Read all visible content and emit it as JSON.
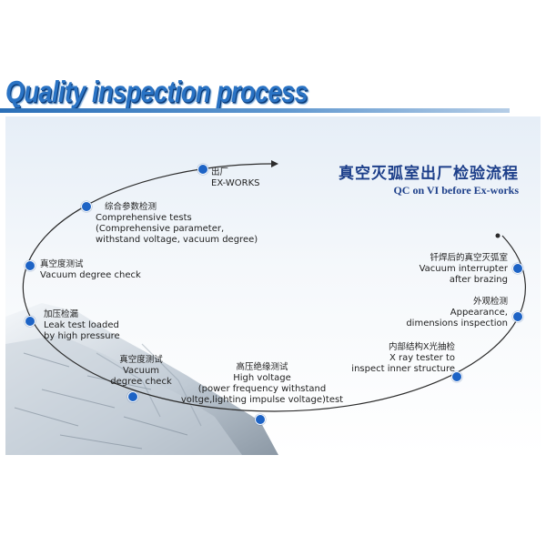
{
  "heading": "Quality inspection process",
  "panel_title": {
    "cn": "真空灭弧室出厂检验流程",
    "en": "QC on VI before Ex-works"
  },
  "steps": [
    {
      "cn": "出厂",
      "en": [
        "EX-WORKS"
      ]
    },
    {
      "cn": "综合参数检测",
      "en": [
        "Comprehensive tests",
        "(Comprehensive parameter,",
        "withstand voltage, vacuum degree)"
      ]
    },
    {
      "cn": "真空度测试",
      "en": [
        "Vacuum degree check"
      ]
    },
    {
      "cn": "加压检漏",
      "en": [
        "Leak test loaded",
        "by high pressure"
      ]
    },
    {
      "cn": "真空度测试",
      "en": [
        "Vacuum",
        "degree check"
      ]
    },
    {
      "cn": "高压绝缘测试",
      "en": [
        "High voltage",
        "(power frequency withstand",
        "voltge,lighting impulse voltage)test"
      ]
    },
    {
      "cn": "内部结构X光抽检",
      "en": [
        "X ray tester to",
        "inspect inner structure"
      ]
    },
    {
      "cn": "外观检测",
      "en": [
        "Appearance,",
        "dimensions inspection"
      ]
    },
    {
      "cn": "钎焊后的真空灭弧室",
      "en": [
        "Vacuum interrupter",
        "after brazing"
      ]
    }
  ],
  "colors": {
    "heading": "#2a73c4",
    "node": "#1d63c5",
    "title": "#1d3f8a",
    "path": "#2b2b2b"
  }
}
